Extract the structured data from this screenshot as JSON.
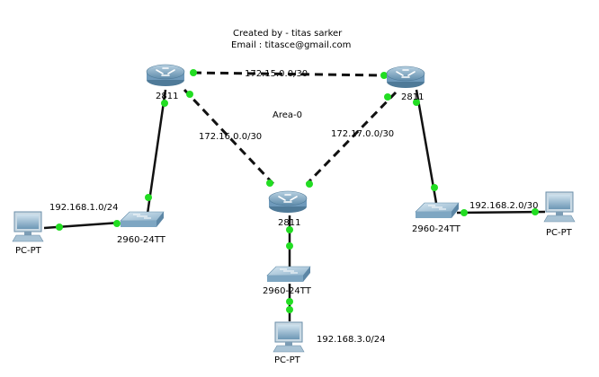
{
  "header": {
    "created_by": "Created by - titas sarker",
    "email": "Email : titasce@gmail.com"
  },
  "area_label": "Area-0",
  "routers": {
    "left": "2811",
    "right": "2811",
    "center": "2811"
  },
  "switches": {
    "left": "2960-24TT",
    "right": "2960-24TT",
    "center": "2960-24TT"
  },
  "pcs": {
    "left": "PC-PT",
    "right": "PC-PT",
    "bottom": "PC-PT"
  },
  "networks": {
    "top_link": "172.15.0.0/30",
    "left_link": "172.16.0.0/30",
    "right_link": "172.17.0.0/30",
    "lan_left": "192.168.1.0/24",
    "lan_right": "192.168.2.0/30",
    "lan_bottom": "192.168.3.0/24"
  },
  "colors": {
    "link": "#111111",
    "port_up": "#22dd22",
    "router_body": "#7fa9c6",
    "switch_body": "#8fb3cc",
    "pc_screen": "#5a88a8"
  }
}
